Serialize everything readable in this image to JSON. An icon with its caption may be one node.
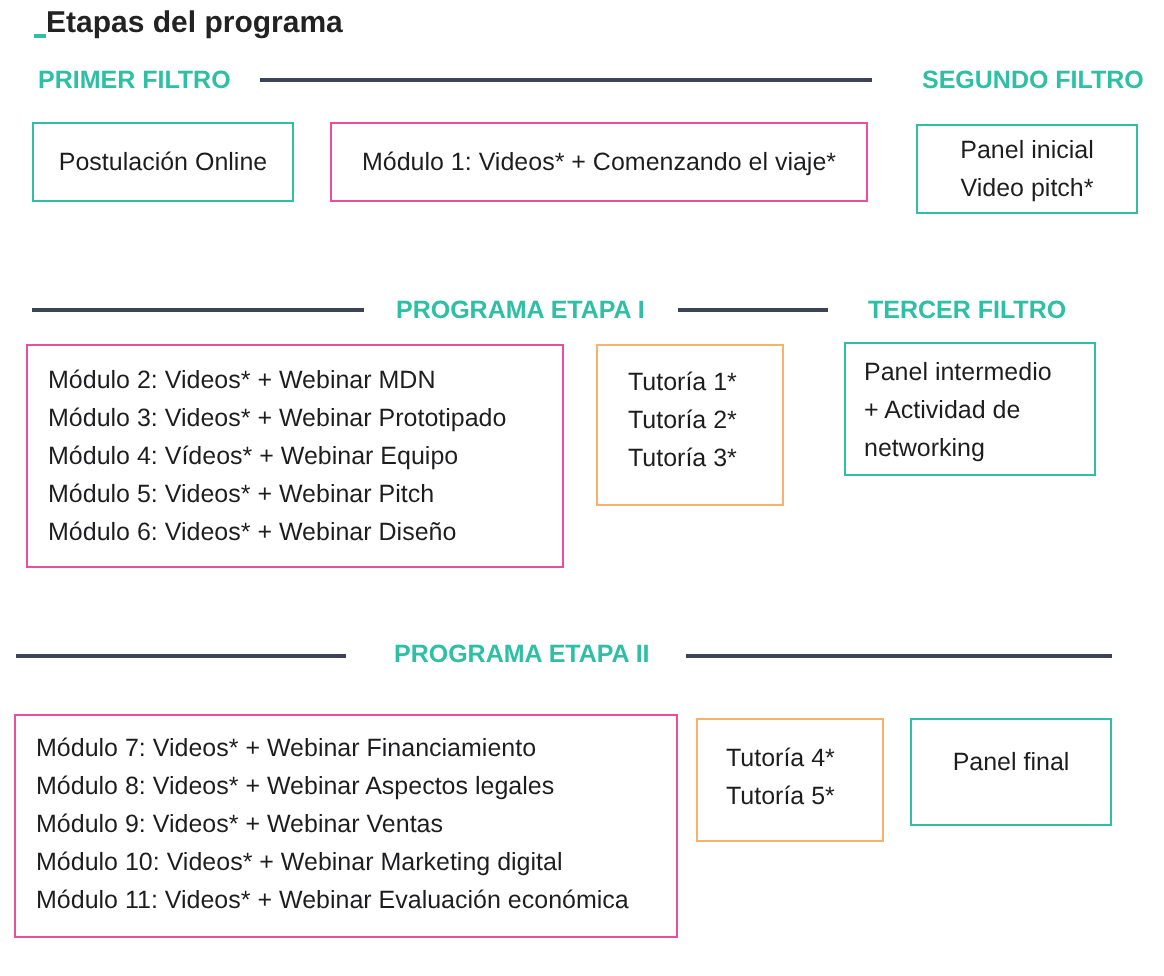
{
  "diagram": {
    "title": "Etapas del programa",
    "nodes": [
      {
        "text": [
          "Postulación Online"
        ]
      },
      {
        "text": [
          "Módulo 1: Videos* + Comenzando el viaje*"
        ]
      },
      {
        "text": [
          "Panel inicial",
          "Video pitch*"
        ]
      },
      {
        "text": [
          "Módulo 2: Videos* + Webinar MDN",
          "Módulo 3: Videos* + Webinar Prototipado",
          "Módulo 4: Vídeos* + Webinar Equipo",
          "Módulo 5: Videos* + Webinar Pitch",
          "Módulo 6: Videos* + Webinar Diseño"
        ]
      },
      {
        "text": [
          "Tutoría 1*",
          "Tutoría 2*",
          "Tutoría 3*"
        ]
      },
      {
        "text": [
          "Panel intermedio + Actividad de networking"
        ]
      },
      {
        "text": [
          "Módulo 7: Videos* + Webinar Financiamiento",
          "Módulo 8: Videos* + Webinar Aspectos legales",
          "Módulo 9: Videos* + Webinar Ventas",
          "Módulo 10: Videos* + Webinar Marketing digital",
          "Módulo 11: Videos* + Webinar Evaluación económica"
        ]
      },
      {
        "text": [
          "Tutoría 4*",
          "Tutoría 5*"
        ]
      },
      {
        "text": [
          "Panel final"
        ]
      }
    ],
    "edges": [],
    "labels": [
      "PRIMER FILTRO",
      "SEGUNDO FILTRO",
      "PROGRAMA ETAPA I",
      "TERCER FILTRO",
      "PROGRAMA ETAPA II"
    ]
  }
}
